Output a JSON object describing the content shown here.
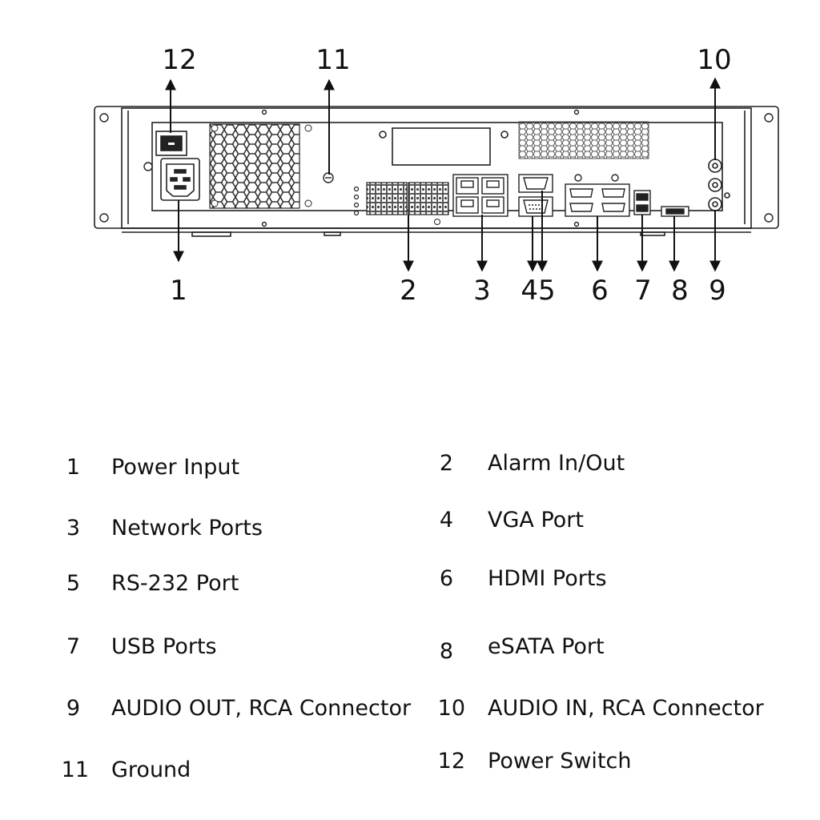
{
  "callouts": [
    {
      "num": "12"
    },
    {
      "num": "11"
    },
    {
      "num": "10"
    },
    {
      "num": "1"
    },
    {
      "num": "2"
    },
    {
      "num": "3"
    },
    {
      "num": "45"
    },
    {
      "num": "6"
    },
    {
      "num": "7"
    },
    {
      "num": "8"
    },
    {
      "num": "9"
    }
  ],
  "legend": [
    {
      "num": "1",
      "label": "Power Input"
    },
    {
      "num": "2",
      "label": "Alarm In/Out"
    },
    {
      "num": "3",
      "label": "Network Ports"
    },
    {
      "num": "4",
      "label": "VGA Port"
    },
    {
      "num": "5",
      "label": "RS-232 Port"
    },
    {
      "num": "6",
      "label": "HDMI Ports"
    },
    {
      "num": "7",
      "label": "USB Ports"
    },
    {
      "num": "8",
      "label": "eSATA Port"
    },
    {
      "num": "9",
      "label": "AUDIO OUT, RCA Connector"
    },
    {
      "num": "10",
      "label": "AUDIO IN, RCA Connector"
    },
    {
      "num": "11",
      "label": "Ground"
    },
    {
      "num": "12",
      "label": "Power Switch"
    }
  ]
}
